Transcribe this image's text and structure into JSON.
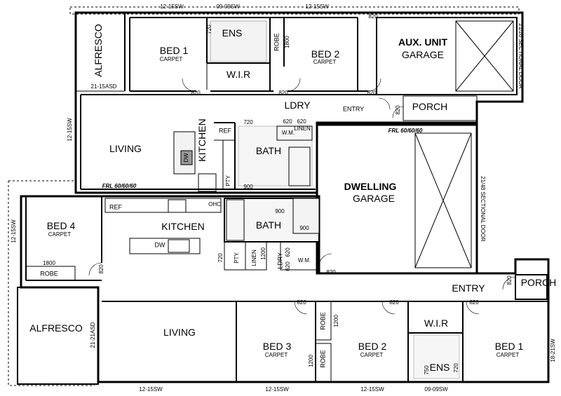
{
  "upper_unit": {
    "alfresco": "ALFRESCO",
    "alfresco_dim": "21-15ASD",
    "bed1": "BED 1",
    "bed1_floor": "CARPET",
    "ens": "ENS",
    "robe": "ROBE",
    "robe_dim": "1800",
    "bed2": "BED 2",
    "bed2_floor": "CARPET",
    "wir": "W.I.R",
    "garage_title": "AUX. UNIT",
    "garage": "GARAGE",
    "garage_door": "21/26 SECTIONAL DOOR",
    "ldry": "LDRY",
    "entry": "ENTRY",
    "porch": "PORCH",
    "living": "LIVING",
    "kitchen": "KITCHEN",
    "ref": "REF",
    "dw": "DW",
    "bath": "BATH",
    "pty": "PTY",
    "linen": "LINEN",
    "wm": "W.M.",
    "frl_living": "FRL 60/60/60",
    "frl_garage": "FRL 60/60/60",
    "window_top_1": "12-15SW",
    "window_top_2": "09-09SW",
    "window_top_3": "12-15SW",
    "window_left": "12-15SW"
  },
  "dwelling": {
    "garage_title": "DWELLING",
    "garage": "GARAGE",
    "garage_door": "21/48 SECTIONAL DOOR",
    "bed4": "BED 4",
    "bed4_floor": "CARPET",
    "robe": "ROBE",
    "robe_dim": "1800",
    "kitchen": "KITCHEN",
    "ref": "REF",
    "ohc": "OHC",
    "dw": "DW",
    "bath": "BATH",
    "pty": "PTY",
    "linen": "LINEN",
    "ldry": "LDRY",
    "wm": "W.M.",
    "alfresco": "ALFRESCO",
    "alfresco_dim": "21-21ASD",
    "living": "LIVING",
    "bed3": "BED 3",
    "bed3_floor": "CARPET",
    "bed2": "BED 2",
    "bed2_floor": "CARPET",
    "bed1": "BED 1",
    "bed1_floor": "CARPET",
    "wir": "W.I.R",
    "ens": "ENS",
    "entry": "ENTRY",
    "porch": "PORCH",
    "robe_v": "ROBE",
    "robe_dim_v": "1200",
    "window_left": "12-15SW",
    "window_right": "18-21SW",
    "window_bottom_1": "12-15SW",
    "window_bottom_2": "12-15SW",
    "window_bottom_3": "12-15SW",
    "window_bottom_4": "09-09SW"
  },
  "door_dims": {
    "d820": "820",
    "d720": "720",
    "d620": "620",
    "d900": "900",
    "d750": "750",
    "d1800": "1800",
    "d1200": "1200"
  }
}
